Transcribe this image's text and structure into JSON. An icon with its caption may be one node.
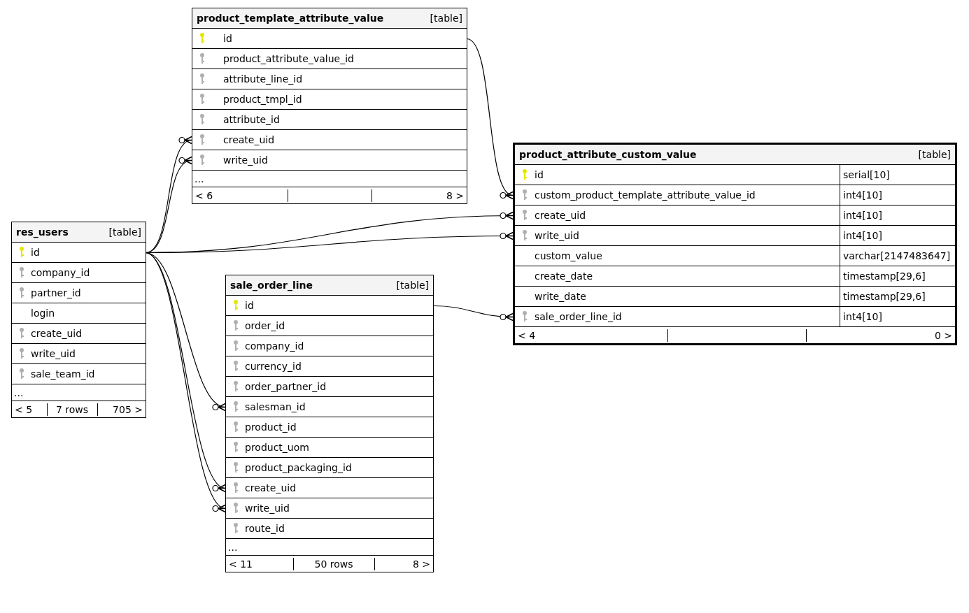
{
  "diagram": {
    "nodes": [
      {
        "text": [
          "product_template_attribute_value",
          "[table]"
        ]
      },
      {
        "text": [
          "id"
        ],
        "in": 0
      },
      {
        "text": [
          "product_attribute_value_id"
        ],
        "in": 0
      },
      {
        "text": [
          "attribute_line_id"
        ],
        "in": 0
      },
      {
        "text": [
          "product_tmpl_id"
        ],
        "in": 0
      },
      {
        "text": [
          "attribute_id"
        ],
        "in": 0
      },
      {
        "text": [
          "create_uid"
        ],
        "in": 0
      },
      {
        "text": [
          "write_uid"
        ],
        "in": 0
      },
      {
        "text": [
          "..."
        ],
        "in": 0
      },
      {
        "text": [
          "product_attribute_custom_value",
          "[table]"
        ]
      },
      {
        "text": [
          "id",
          "serial[10]"
        ],
        "in": 9
      },
      {
        "text": [
          "custom_product_template_attribute_value_id",
          "int4[10]"
        ],
        "in": 9
      },
      {
        "text": [
          "create_uid",
          "int4[10]"
        ],
        "in": 9
      },
      {
        "text": [
          "write_uid",
          "int4[10]"
        ],
        "in": 9
      },
      {
        "text": [
          "custom_value",
          "varchar[2147483647]"
        ],
        "in": 9
      },
      {
        "text": [
          "create_date",
          "timestamp[29,6]"
        ],
        "in": 9
      },
      {
        "text": [
          "write_date",
          "timestamp[29,6]"
        ],
        "in": 9
      },
      {
        "text": [
          "sale_order_line_id",
          "int4[10]"
        ],
        "in": 9
      },
      {
        "text": [
          "res_users",
          "[table]"
        ]
      },
      {
        "text": [
          "id"
        ],
        "in": 18
      },
      {
        "text": [
          "company_id"
        ],
        "in": 18
      },
      {
        "text": [
          "partner_id"
        ],
        "in": 18
      },
      {
        "text": [
          "login"
        ],
        "in": 18
      },
      {
        "text": [
          "create_uid"
        ],
        "in": 18
      },
      {
        "text": [
          "write_uid"
        ],
        "in": 18
      },
      {
        "text": [
          "sale_team_id"
        ],
        "in": 18
      },
      {
        "text": [
          "..."
        ],
        "in": 18
      },
      {
        "text": [
          "sale_order_line",
          "[table]"
        ]
      },
      {
        "text": [
          "id"
        ],
        "in": 27
      },
      {
        "text": [
          "order_id"
        ],
        "in": 27
      },
      {
        "text": [
          "company_id"
        ],
        "in": 27
      },
      {
        "text": [
          "currency_id"
        ],
        "in": 27
      },
      {
        "text": [
          "order_partner_id"
        ],
        "in": 27
      },
      {
        "text": [
          "salesman_id"
        ],
        "in": 27
      },
      {
        "text": [
          "product_id"
        ],
        "in": 27
      },
      {
        "text": [
          "product_uom"
        ],
        "in": 27
      },
      {
        "text": [
          "product_packaging_id"
        ],
        "in": 27
      },
      {
        "text": [
          "create_uid"
        ],
        "in": 27
      },
      {
        "text": [
          "write_uid"
        ],
        "in": 27
      },
      {
        "text": [
          "route_id"
        ],
        "in": 27
      },
      {
        "text": [
          "..."
        ],
        "in": 27
      }
    ],
    "edges": [
      {
        "from": 1,
        "to": 11,
        "arrow": "other"
      },
      {
        "from": 19,
        "to": 6,
        "arrow": "other"
      },
      {
        "from": 19,
        "to": 7,
        "arrow": "other"
      },
      {
        "from": 19,
        "to": 12,
        "arrow": "other"
      },
      {
        "from": 19,
        "to": 13,
        "arrow": "other"
      },
      {
        "from": 28,
        "to": 17,
        "arrow": "other"
      },
      {
        "from": 19,
        "to": 33,
        "arrow": "other"
      },
      {
        "from": 19,
        "to": 37,
        "arrow": "other"
      },
      {
        "from": 19,
        "to": 38,
        "arrow": "other"
      }
    ],
    "labels": [
      "< 6",
      "8 >",
      "< 4",
      "0 >",
      "< 5",
      "7 rows",
      "705 >",
      "< 11",
      "50 rows",
      "8 >"
    ]
  }
}
